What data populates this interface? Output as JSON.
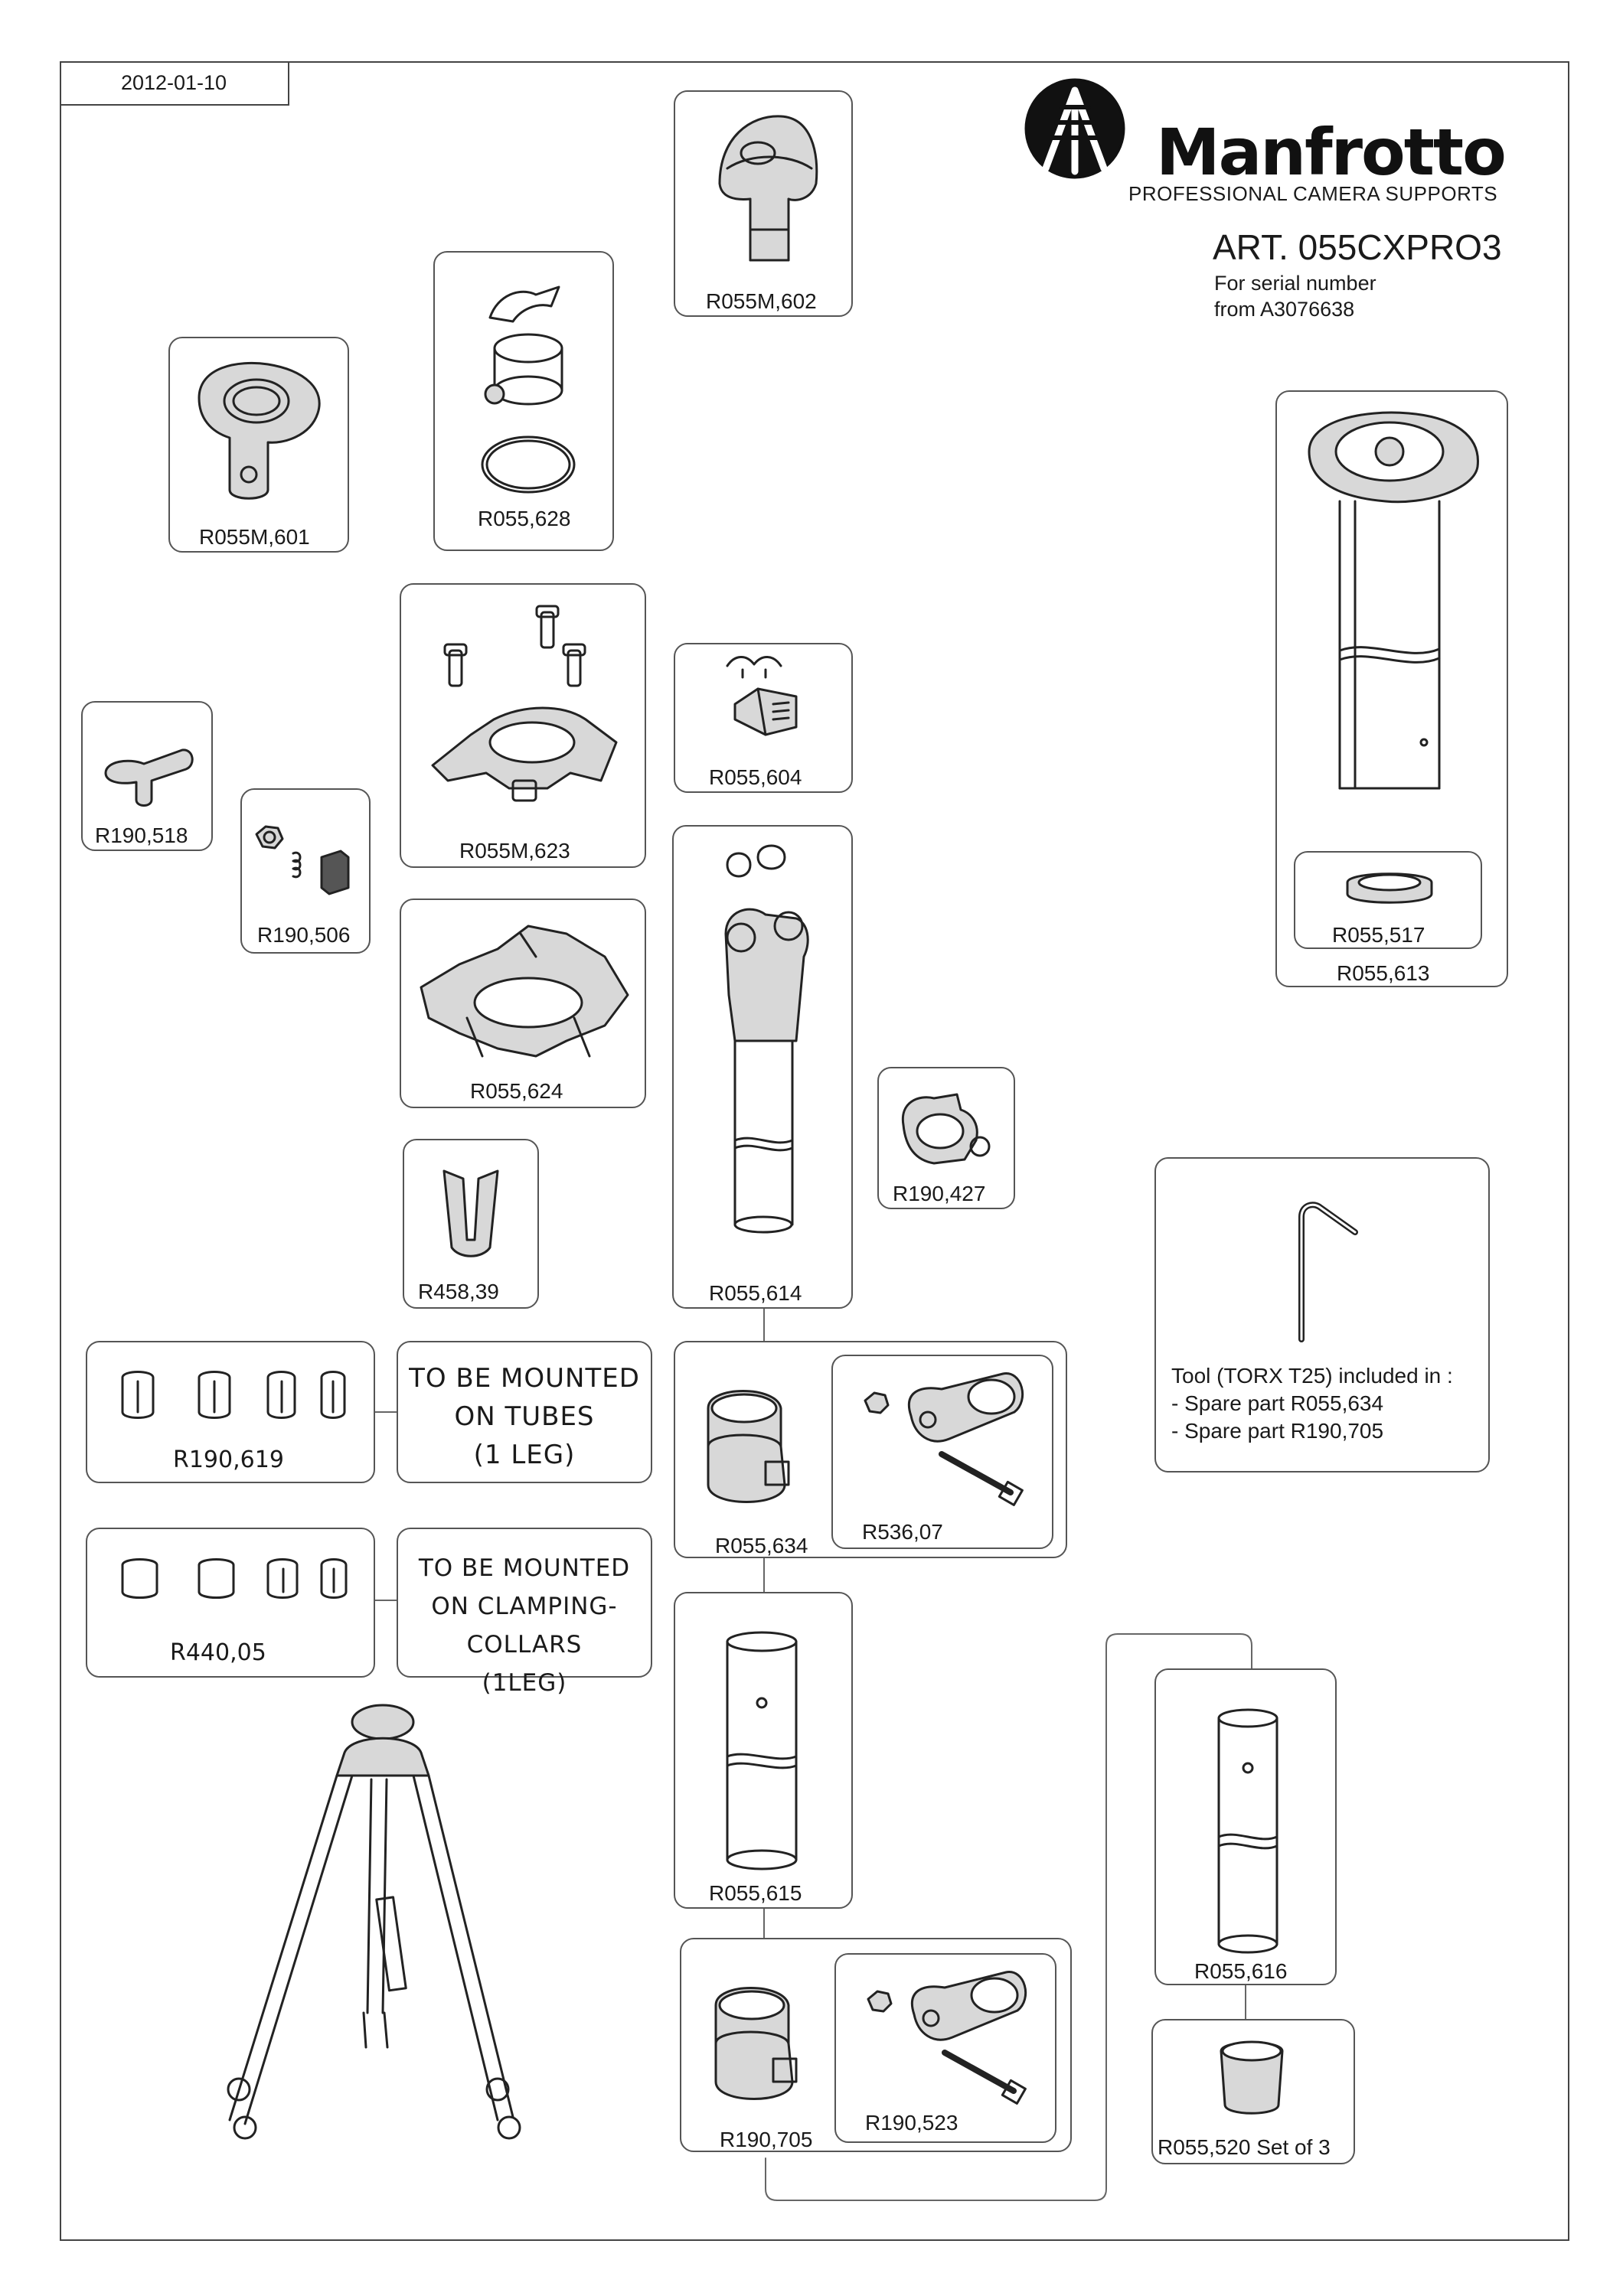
{
  "header": {
    "date": "2012-01-10",
    "brand": "Manfrotto",
    "tagline": "PROFESSIONAL CAMERA SUPPORTS",
    "article": "ART. 055CXPRO3",
    "serial_line1": "For serial number",
    "serial_line2": "from A3076638",
    "logo_icon": "manfrotto-tripod-logo"
  },
  "parts": {
    "r055m_602": "R055M,602",
    "r055_628": "R055,628",
    "r055m_601": "R055M,601",
    "r055m_623": "R055M,623",
    "r055_604": "R055,604",
    "r190_518": "R190,518",
    "r190_506": "R190,506",
    "r055_624": "R055,624",
    "r055_614": "R055,614",
    "r190_427": "R190,427",
    "r458_39": "R458,39",
    "r055_613": "R055,613",
    "r055_517": "R055,517",
    "r190_619": "R190,619",
    "r440_05": "R440,05",
    "r055_634": "R055,634",
    "r536_07": "R536,07",
    "r055_615": "R055,615",
    "r055_616": "R055,616",
    "r190_705": "R190,705",
    "r190_523": "R190,523",
    "r055_520": "R055,520 Set of 3"
  },
  "notes": {
    "tubes_l1": "TO BE MOUNTED",
    "tubes_l2": "ON TUBES",
    "tubes_l3": "(1 LEG)",
    "collars_l1": "TO BE MOUNTED",
    "collars_l2": "ON CLAMPING-COLLARS",
    "collars_l3": "(1LEG)"
  },
  "tool": {
    "line1": "Tool (TORX T25) included in :",
    "line2": "- Spare part R055,634",
    "line3": "- Spare part R190,705"
  }
}
